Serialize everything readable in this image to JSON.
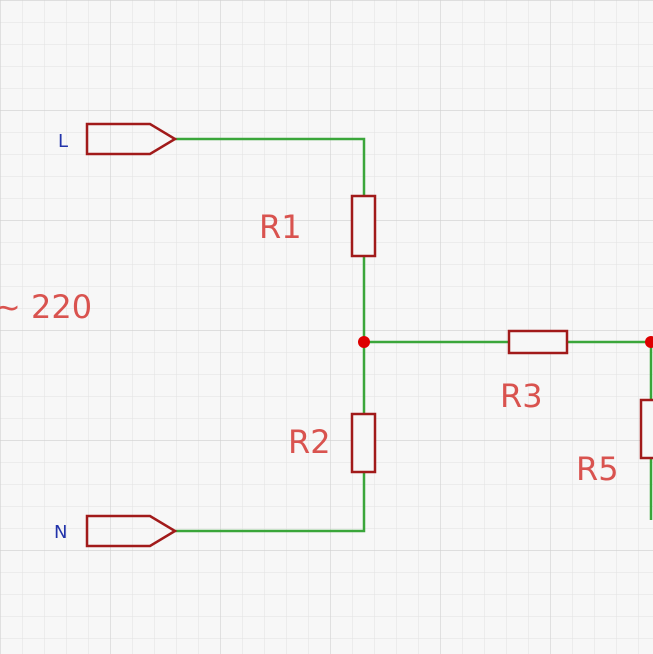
{
  "supply": {
    "label": "~ 220",
    "terminal_l": "L",
    "terminal_n": "N"
  },
  "resistors": {
    "r1": "R1",
    "r2": "R2",
    "r3": "R3",
    "r5": "R5"
  },
  "colors": {
    "background": "#f7f7f7",
    "grid_fine": "#e4e4e4",
    "grid_major": "#d4d4d4",
    "wire": "#3aa63a",
    "component": "#a11a1a",
    "node": "#dd0000",
    "label_red": "#d9534f",
    "label_blue": "#2233aa"
  }
}
